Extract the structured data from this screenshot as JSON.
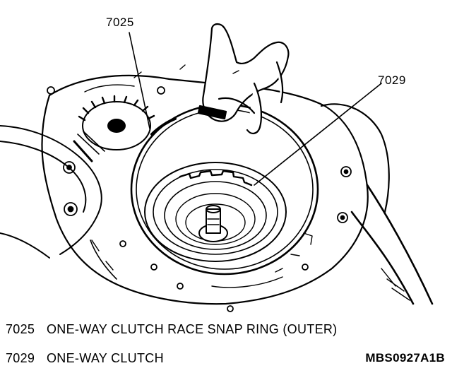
{
  "callouts": [
    {
      "id": "7025"
    },
    {
      "id": "7029"
    }
  ],
  "legend": [
    {
      "number": "7025",
      "description": "ONE-WAY CLUTCH RACE SNAP RING (OUTER)"
    },
    {
      "number": "7029",
      "description": "ONE-WAY CLUTCH"
    }
  ],
  "figure_id": "MBS0927A1B"
}
